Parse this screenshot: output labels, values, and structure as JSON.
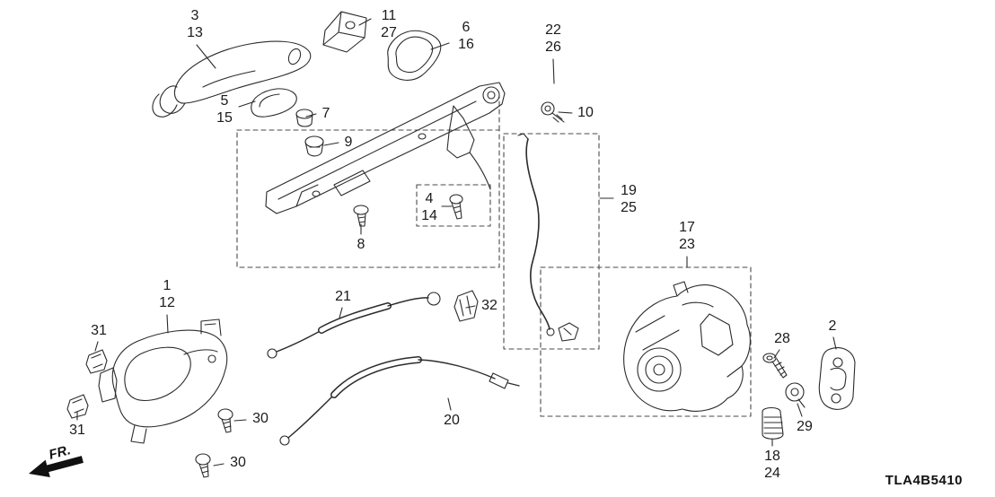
{
  "diagram": {
    "code": "TLA4B5410",
    "fr_label": "FR.",
    "callouts": [
      {
        "name": "callout-3-13",
        "line1": "3",
        "line2": "13"
      },
      {
        "name": "callout-11-27",
        "line1": "11",
        "line2": "27"
      },
      {
        "name": "callout-6-16",
        "line1": "6",
        "line2": "16"
      },
      {
        "name": "callout-22-26",
        "line1": "22",
        "line2": "26"
      },
      {
        "name": "callout-5-15",
        "line1": "5",
        "line2": "15"
      },
      {
        "name": "callout-7",
        "line1": "7"
      },
      {
        "name": "callout-9",
        "line1": "9"
      },
      {
        "name": "callout-10",
        "line1": "10"
      },
      {
        "name": "callout-4-14",
        "line1": "4",
        "line2": "14"
      },
      {
        "name": "callout-8",
        "line1": "8"
      },
      {
        "name": "callout-19-25",
        "line1": "19",
        "line2": "25"
      },
      {
        "name": "callout-17-23",
        "line1": "17",
        "line2": "23"
      },
      {
        "name": "callout-1-12",
        "line1": "1",
        "line2": "12"
      },
      {
        "name": "callout-21",
        "line1": "21"
      },
      {
        "name": "callout-32",
        "line1": "32"
      },
      {
        "name": "callout-31-upper",
        "line1": "31"
      },
      {
        "name": "callout-31-lower",
        "line1": "31"
      },
      {
        "name": "callout-2",
        "line1": "2"
      },
      {
        "name": "callout-28",
        "line1": "28"
      },
      {
        "name": "callout-29",
        "line1": "29"
      },
      {
        "name": "callout-20",
        "line1": "20"
      },
      {
        "name": "callout-30-upper",
        "line1": "30"
      },
      {
        "name": "callout-30-lower",
        "line1": "30"
      },
      {
        "name": "callout-18-24",
        "line1": "18",
        "line2": "24"
      }
    ]
  }
}
